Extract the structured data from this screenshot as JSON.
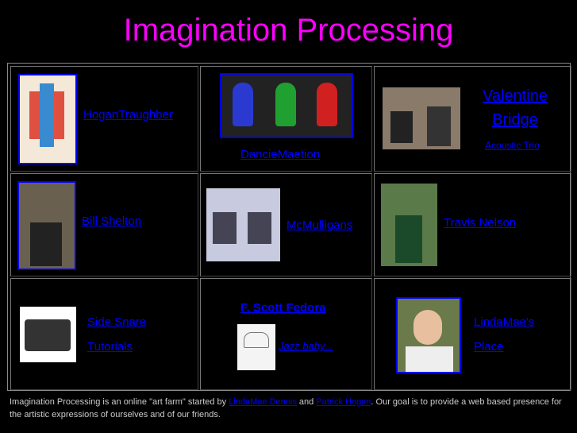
{
  "title": "Imagination Processing",
  "cells": {
    "hogan": "HoganTraughber",
    "dancie": "DancieMaetion",
    "valentine": "Valentine Bridge",
    "valentine_sub": "Acoustic Trio",
    "bill": "Bill Shelton",
    "mcmulligans": "McMulligans",
    "travis": "Travis Nelson",
    "snare1": "Side Snare",
    "snare2": "Tutorials",
    "fedora": "F. Scott Fedora",
    "jazz": "Jazz baby...",
    "linda1": "LindaMae's",
    "linda2": "Place"
  },
  "footer": {
    "text1": "Imagination Processing is an online \"art farm\" started by ",
    "link1": "LindaMae Dennis",
    "and": " and ",
    "link2": "Patrick Hogan",
    "text2": ".  Our goal is to provide a web based presence for the artistic expressions of ourselves and of our friends."
  }
}
